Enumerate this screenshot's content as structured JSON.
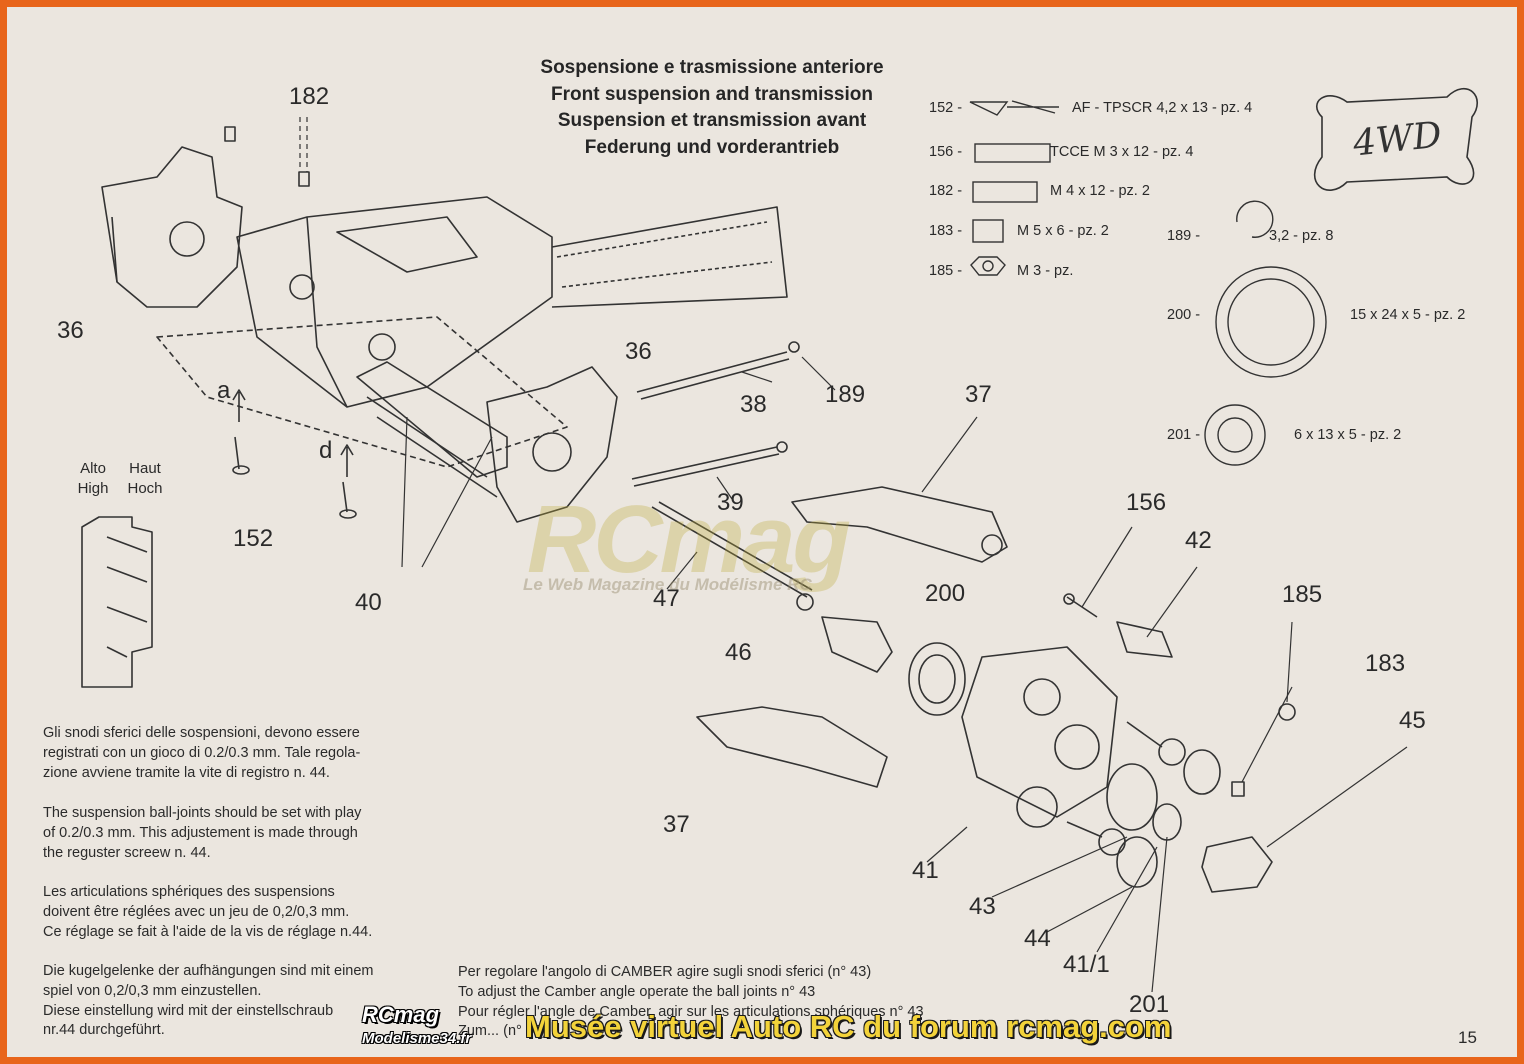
{
  "title_lines": [
    "Sospensione e trasmissione anteriore",
    "Front suspension and transmission",
    "Suspension et transmission avant",
    "Federung und vorderantrieb"
  ],
  "logo_text": "4WD",
  "callouts": {
    "n182": "182",
    "n36a": "36",
    "n36b": "36",
    "n38": "38",
    "n189": "189",
    "n37a": "37",
    "n39": "39",
    "n152": "152",
    "n40": "40",
    "n47": "47",
    "n46": "46",
    "n200": "200",
    "n156": "156",
    "n42": "42",
    "n185": "185",
    "n183": "183",
    "n45": "45",
    "n37b": "37",
    "n41": "41",
    "n43": "43",
    "n44": "44",
    "n411": "41/1",
    "n201": "201",
    "arrow_a": "a",
    "arrow_d": "d"
  },
  "parts": [
    {
      "num": "152 -",
      "desc": "AF - TPSCR 4,2 x 13 - pz. 4"
    },
    {
      "num": "156 -",
      "desc": "TCCE M 3 x 12 - pz. 4"
    },
    {
      "num": "182 -",
      "desc": "M 4  x 12 - pz. 2"
    },
    {
      "num": "183 -",
      "desc": "M 5 x 6 - pz. 2"
    },
    {
      "num": "185 -",
      "desc": "M 3 - pz."
    },
    {
      "num": "189 -",
      "desc": "3,2 - pz. 8"
    },
    {
      "num": "200 -",
      "desc": "15 x 24 x 5 - pz. 2"
    },
    {
      "num": "201 -",
      "desc": "6 x 13 x 5 - pz. 2"
    }
  ],
  "alto_labels": [
    "Alto",
    "Haut",
    "High",
    "Hoch"
  ],
  "paragraphs": {
    "it": [
      "Gli snodi sferici delle sospensioni, devono essere",
      "registrati con un gioco di 0.2/0.3 mm. Tale regola-",
      "zione avviene tramite la vite di registro n. 44."
    ],
    "en": [
      "The suspension ball-joints should be set with play",
      "of 0.2/0.3 mm. This adjustement is made through",
      "the reguster screew n. 44."
    ],
    "fr": [
      "Les articulations sphériques des suspensions",
      "doivent être réglées avec un jeu de 0,2/0,3 mm.",
      "Ce réglage se fait à l'aide de la vis de réglage n.44."
    ],
    "de": [
      "Die kugelgelenke der aufhängungen sind mit einem",
      "spiel von 0,2/0,3 mm einzustellen.",
      "Diese einstellung wird mit der einstellschraub",
      "nr.44 durchgeführt."
    ]
  },
  "camber": [
    "Per regolare l'angolo di CAMBER agire sugli  snodi sferici (n° 43)",
    "To adjust the Camber  angle operate the ball joints n° 43",
    "Pour régler l'angle de Camber, agir sur les articulations sphériques n° 43",
    "Zum... (n° 43)"
  ],
  "page_number": "15",
  "watermark": {
    "brand": "RCmag",
    "tagline": "Le Web Magazine du Modélisme RC"
  },
  "footer": {
    "logo_top": "RCmag",
    "logo_bottom": "Modelisme34.fr",
    "banner": "Musée virtuel Auto RC du forum rcmag.com"
  },
  "colors": {
    "frame": "#e8651b",
    "paper": "#ebe6df",
    "banner_text": "#f3d33a"
  }
}
